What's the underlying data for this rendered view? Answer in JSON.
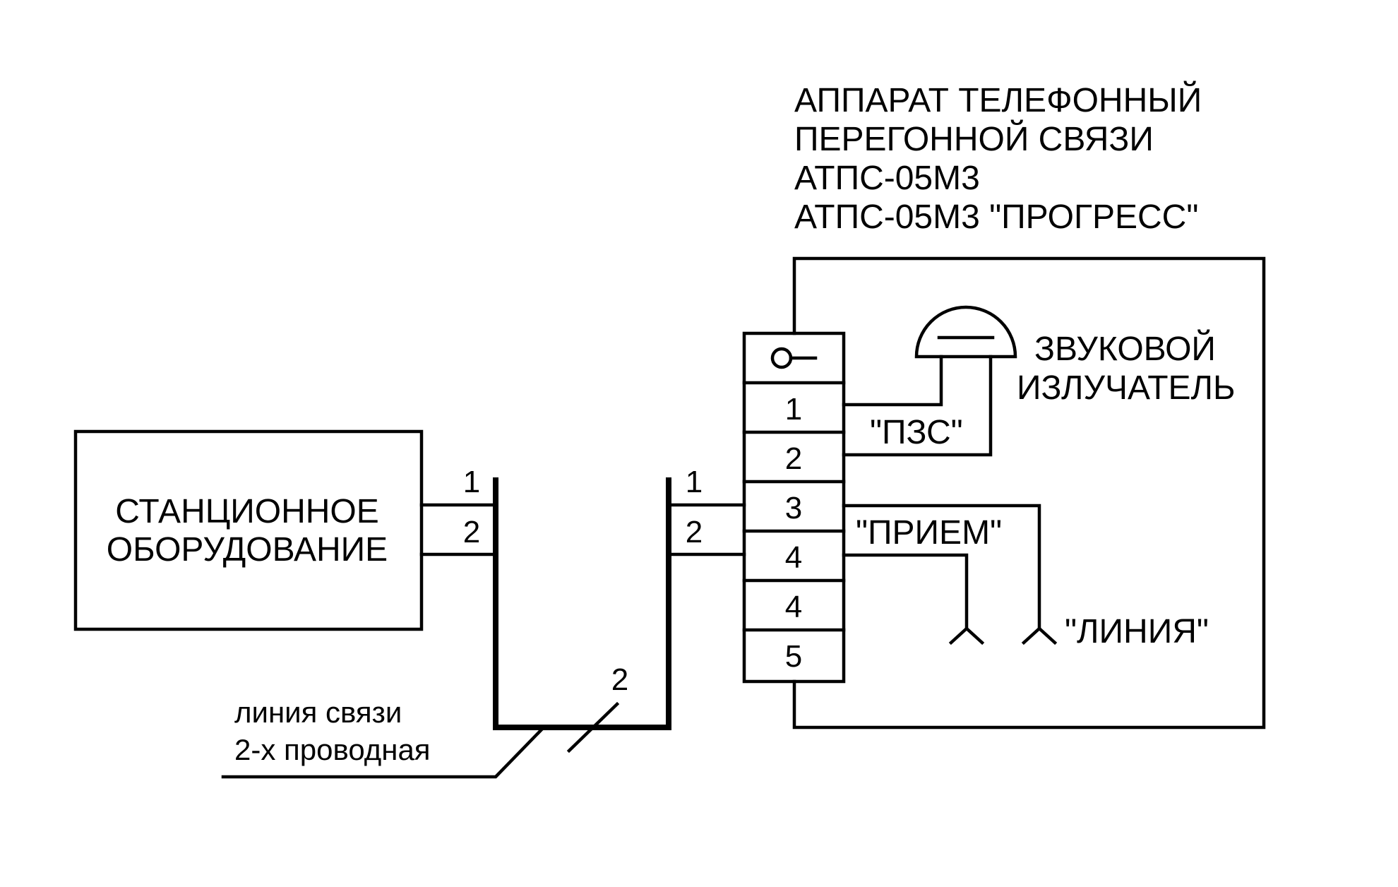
{
  "device_title": [
    "АППАРАТ ТЕЛЕФОННЫЙ",
    "ПЕРЕГОННОЙ СВЯЗИ",
    "АТПС-05М3",
    "АТПС-05М3 \"ПРОГРЕСС\""
  ],
  "station_label": [
    "СТАНЦИОННОЕ",
    "ОБОРУДОВАНИЕ"
  ],
  "station_terminals": [
    "1",
    "2"
  ],
  "line_terminals": [
    "1",
    "2"
  ],
  "wire_count": "2",
  "comm_line_label": [
    "линия связи",
    "2-х проводная"
  ],
  "terminal_block": [
    "1",
    "2",
    "3",
    "4",
    "4",
    "5"
  ],
  "speaker_label": [
    "ЗВУКОВОЙ",
    "ИЗЛУЧАТЕЛЬ"
  ],
  "labels": {
    "pzs": "\"ПЗС\"",
    "priem": "\"ПРИЕМ\"",
    "liniya": "\"ЛИНИЯ\""
  }
}
